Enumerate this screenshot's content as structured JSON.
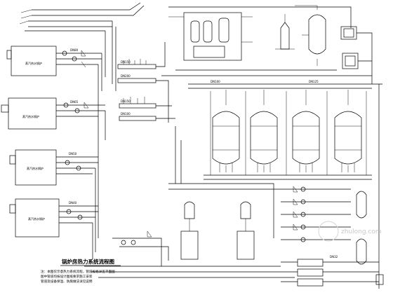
{
  "diagram": {
    "title": "锅炉房热力系统流程图",
    "notes": [
      "注：本图仅示意热力系统流程，管道规格详见平面图",
      "    图中管道均按设计图纸要求施工安装",
      "    管道及设备保温、防腐做法详见说明"
    ],
    "boiler_label": "蒸汽热水锅炉",
    "header_labels": [
      "DN150",
      "DN200",
      "DN150",
      "DN100"
    ],
    "pipe_labels": [
      "DN80",
      "DN65",
      "DN50",
      "DN40",
      "DN100",
      "DN125",
      "DN32"
    ],
    "watermark": "zhulong.com"
  }
}
